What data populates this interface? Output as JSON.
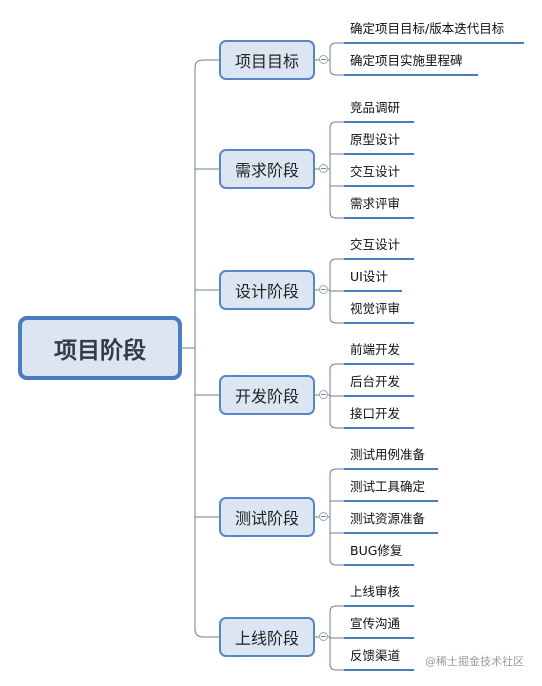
{
  "root": {
    "label": "项目阶段"
  },
  "phases": [
    {
      "label": "项目目标",
      "tasks": [
        "确定项目目标/版本迭代目标",
        "确定项目实施里程碑"
      ]
    },
    {
      "label": "需求阶段",
      "tasks": [
        "竞品调研",
        "原型设计",
        "交互设计",
        "需求评审"
      ]
    },
    {
      "label": "设计阶段",
      "tasks": [
        "交互设计",
        "UI设计",
        "视觉评审"
      ]
    },
    {
      "label": "开发阶段",
      "tasks": [
        "前端开发",
        "后台开发",
        "接口开发"
      ]
    },
    {
      "label": "测试阶段",
      "tasks": [
        "测试用例准备",
        "测试工具确定",
        "测试资源准备",
        "BUG修复"
      ]
    },
    {
      "label": "上线阶段",
      "tasks": [
        "上线审核",
        "宣传沟通",
        "反馈渠道"
      ]
    }
  ],
  "watermark": {
    "text": "@稀土掘金技术社区"
  },
  "colors": {
    "node_fill": "#dce6f2",
    "node_border": "#4a7cc0",
    "connector": "#6f7f90",
    "underline": "#4a7cc0"
  }
}
